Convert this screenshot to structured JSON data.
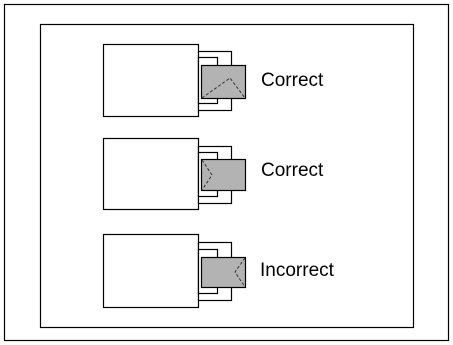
{
  "examples": [
    {
      "label": "Correct"
    },
    {
      "label": "Correct"
    },
    {
      "label": "Incorrect"
    }
  ],
  "colors": {
    "line": "#000000",
    "background": "#ffffff",
    "inserted_part_fill": "#b3b3b3"
  },
  "icons": {
    "fold_marking": "dashed-fold-lines"
  }
}
